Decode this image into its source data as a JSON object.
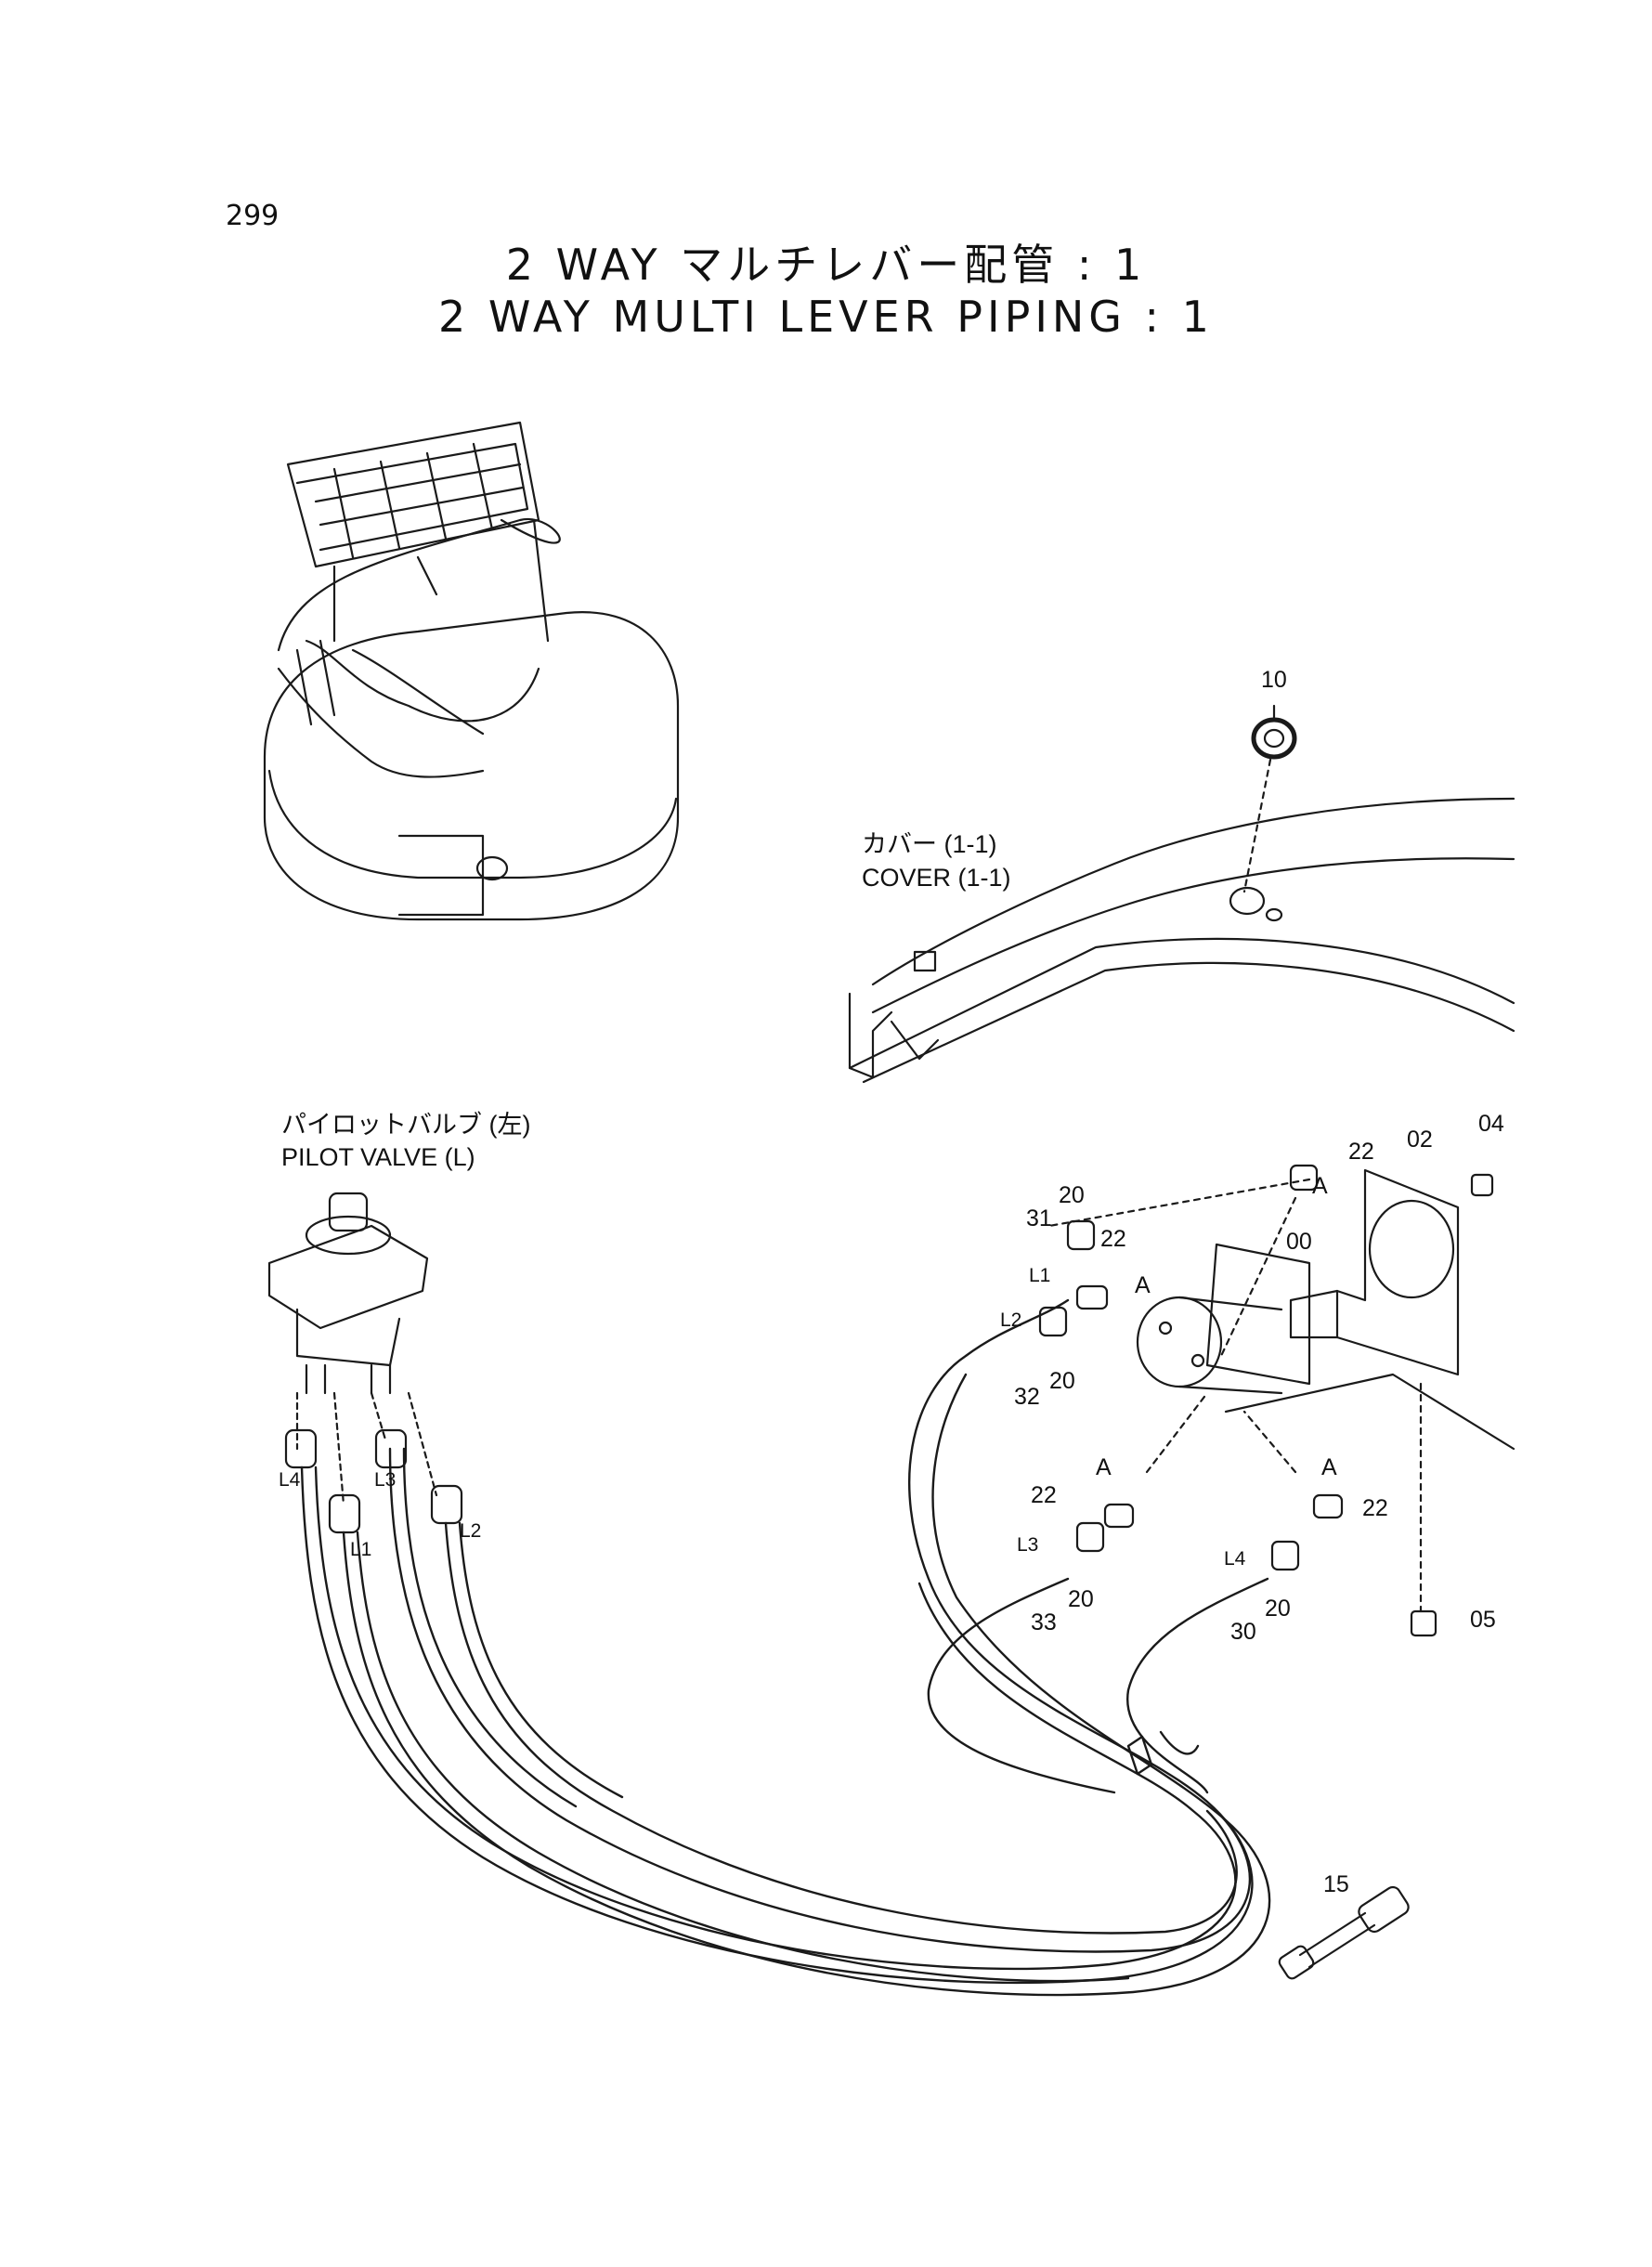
{
  "page": {
    "number": "299"
  },
  "title": {
    "japanese": "2 WAY マルチレバー配管 : 1",
    "english": "2 WAY MULTI LEVER PIPING : 1"
  },
  "callouts": {
    "cover_jp": "カバー (1-1)",
    "cover_en": "COVER (1-1)",
    "pilot_jp": "パイロットバルブ (左)",
    "pilot_en": "PILOT VALVE (L)"
  },
  "part_numbers": {
    "p10": "10",
    "p22a": "22",
    "p02": "02",
    "p04": "04",
    "p31": "31",
    "p20a": "20",
    "p22b": "22",
    "p00": "00",
    "p32": "32",
    "p20b": "20",
    "p22c": "22",
    "p22d": "22",
    "p33": "33",
    "p20c": "20",
    "p30": "30",
    "p20d": "20",
    "p05": "05",
    "p15": "15"
  },
  "port_marks": {
    "a1": "A",
    "a2": "A",
    "a3": "A",
    "a4": "A"
  },
  "line_labels": {
    "l1_right": "L1",
    "l2_right": "L2",
    "l3_right": "L3",
    "l4_right": "L4",
    "l4_left": "L4",
    "l1_left": "L1",
    "l3_left": "L3",
    "l2_left": "L2"
  }
}
